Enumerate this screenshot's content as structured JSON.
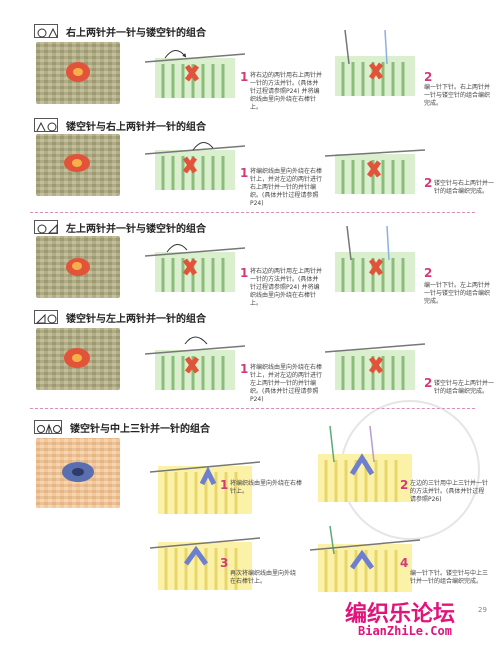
{
  "sections": [
    {
      "title": "右上两针并一针与镂空针的组合",
      "steps": [
        {
          "num": "1",
          "note": "将右边的两针用右上两针并一针的方法并针。(具体并针过程请参照P24) 并将编织线由里向外绕在右棒针上。"
        },
        {
          "num": "2",
          "note": "编一针下针。右上两针并一针与镂空针的组合编织完成。"
        }
      ]
    },
    {
      "title": "镂空针与右上两针并一针的组合",
      "steps": [
        {
          "num": "1",
          "note": "将编织线由里向外绕在右棒针上，并对左边的两针进行右上两针并一针的并针编织。(具体并针过程请参照P24)"
        },
        {
          "num": "2",
          "note": "镂空针与右上两针并一针的组合编织完成。"
        }
      ]
    },
    {
      "title": "左上两针并一针与镂空针的组合",
      "steps": [
        {
          "num": "1",
          "note": "将右边的两针用左上两针并一针的方法并针。(具体并针过程请参照P24) 并将编织线由里向外绕在右棒针上。"
        },
        {
          "num": "2",
          "note": "编一针下针。左上两针并一针与镂空针的组合编织完成。"
        }
      ]
    },
    {
      "title": "镂空针与左上两针并一针的组合",
      "steps": [
        {
          "num": "1",
          "note": "将编织线由里向外绕在右棒针上，并对左边的两针进行左上两针并一针的并针编织。(具体并针过程请参照P24)"
        },
        {
          "num": "2",
          "note": "镂空针与左上两针并一针的组合编织完成。"
        }
      ]
    },
    {
      "title": "镂空针与中上三针并一针的组合",
      "steps": [
        {
          "num": "1",
          "note": "将编织线由里向外绕在右棒针上。"
        },
        {
          "num": "2",
          "note": "左边的三针用中上三针并一针的方法并针。(具体并针过程请参照P26)"
        },
        {
          "num": "3",
          "note": "再次将编织线由里向外绕在右棒针上。"
        },
        {
          "num": "4",
          "note": "编一针下针。镂空针与中上三针并一针的组合编织完成。"
        }
      ]
    }
  ],
  "footer": {
    "forum_name": "编织乐论坛",
    "forum_url": "BianZhiLe.Com",
    "page_number": "29"
  },
  "colors": {
    "accent": "#e2147c",
    "step_number": "#d33a7a",
    "yarn_green": "#b0ac82",
    "yarn_peach": "#f4c598",
    "highlight_red": "#e2543a",
    "highlight_blue": "#6f7fd0"
  }
}
